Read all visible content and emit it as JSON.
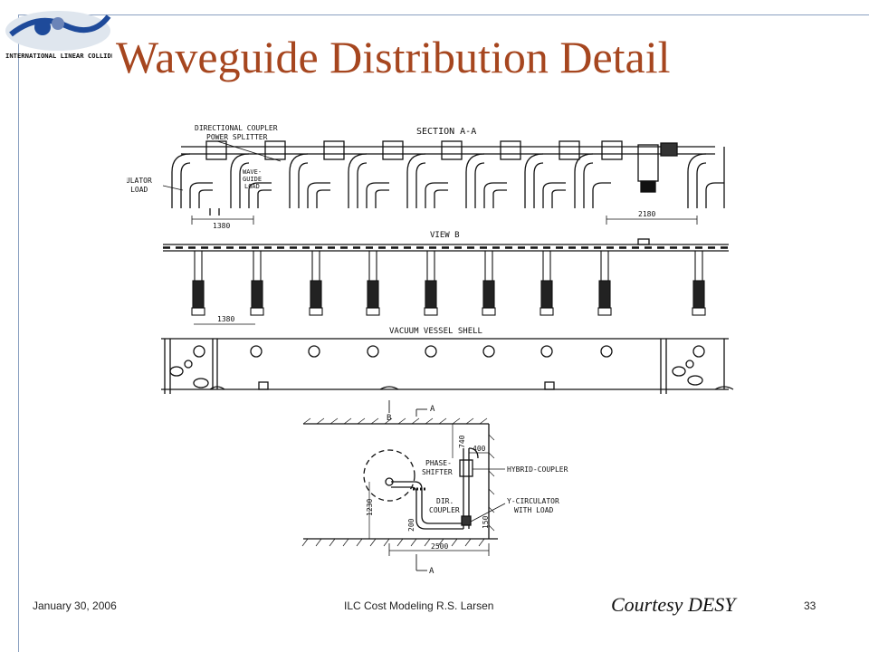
{
  "slide": {
    "title": "Waveguide Distribution Detail",
    "logo_text": "INTERNATIONAL LINEAR COLLIDER",
    "footer_date": "January 30, 2006",
    "footer_center": "ILC Cost Modeling   R.S. Larsen",
    "courtesy": "Courtesy DESY",
    "page_number": "33"
  },
  "drawing": {
    "section_label": "SECTION A-A",
    "dir_coupler_label": "DIRECTIONAL COUPLER",
    "power_splitter_label": "POWER SPLITTER",
    "y_circ_label1": "Y-CIRCULATOR",
    "y_circ_label2": "WITH LOAD",
    "wave_label1": "WAVE-",
    "wave_label2": "GUIDE",
    "wave_label3": "LOAD",
    "dim_1380_a": "1380",
    "dim_2180": "2180",
    "view_b_label": "VIEW B",
    "dim_1380_b": "1380",
    "vacuum_label": "VACUUM VESSEL SHELL",
    "b_marker": "B",
    "a_marker_top": "A",
    "a_marker_bottom": "A",
    "phase_label1": "PHASE-",
    "phase_label2": "SHIFTER",
    "dir_label1": "DIR.",
    "dir_label2": "COUPLER",
    "hybrid_label": "HYBRID-COUPLER",
    "ycirc2_label1": "Y-CIRCULATOR",
    "ycirc2_label2": "WITH LOAD",
    "dim_740": "740",
    "dim_400": "400",
    "dim_1230": "1230",
    "dim_200": "200",
    "dim_150": "150",
    "dim_2500": "2500"
  }
}
